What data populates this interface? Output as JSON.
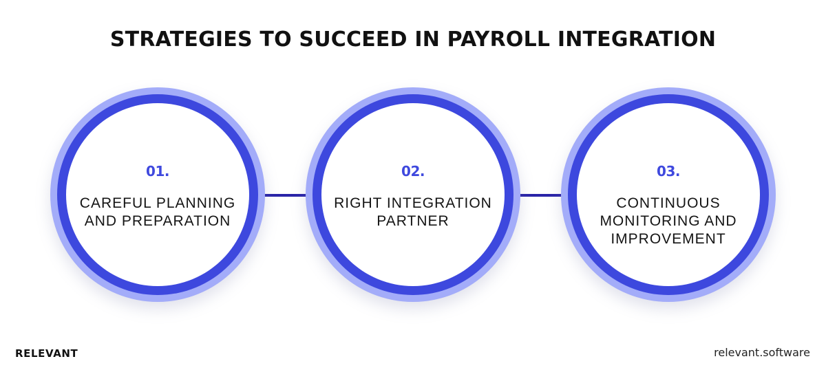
{
  "header": {
    "title": "STRATEGIES TO SUCCEED IN PAYROLL INTEGRATION"
  },
  "colors": {
    "outer_ring": "#a3acf9",
    "inner_ring": "#3d48de",
    "connector": "#2a24a8",
    "number": "#3f49de",
    "text": "#141414"
  },
  "steps": [
    {
      "number": "01.",
      "label_lines": [
        "CAREFUL PLANNING",
        "AND PREPARATION"
      ]
    },
    {
      "number": "02.",
      "label_lines": [
        "RIGHT INTEGRATION",
        "PARTNER"
      ]
    },
    {
      "number": "03.",
      "label_lines": [
        "CONTINUOUS",
        "MONITORING AND",
        "IMPROVEMENT"
      ]
    }
  ],
  "footer": {
    "brand": "RELEVANT",
    "site": "relevant.software"
  }
}
